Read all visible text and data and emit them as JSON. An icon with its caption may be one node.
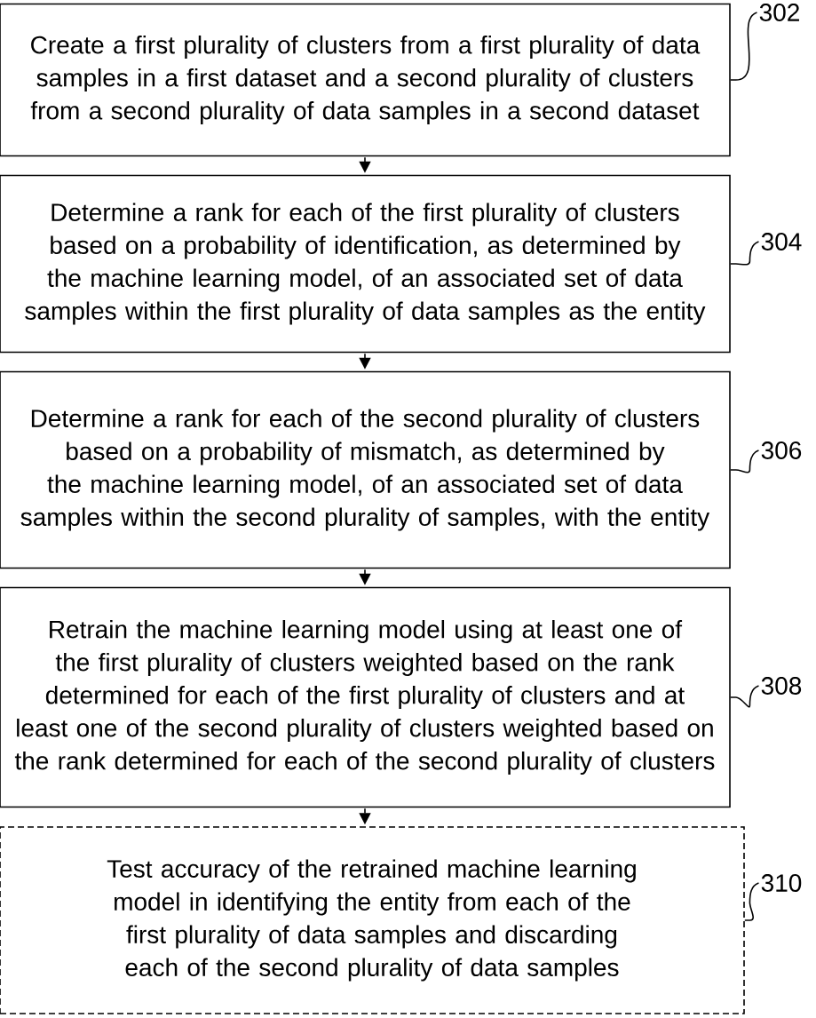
{
  "diagram": {
    "nodes": [
      {
        "text": [
          "Create a first plurality of clusters from a first plurality of data samples in a first dataset and a second plurality of clusters from a second plurality of data samples in a second dataset"
        ]
      },
      {
        "text": [
          "Determine a rank for each of the first plurality of clusters based on a probability of identification, as determined by the machine learning model, of an associated set of data samples within the first plurality of data samples as the entity"
        ]
      },
      {
        "text": [
          "Determine a rank for each of the second plurality of clusters based on a probability of mismatch, as determined by the machine learning model, of an associated set of data samples within the second plurality of samples, with the entity"
        ]
      },
      {
        "text": [
          "Retrain the machine learning model using at least one of the first plurality of clusters weighted based on the rank determined for each of the first plurality of clusters and at least one of the second plurality of clusters weighted based on the rank determined for each of the second plurality of clusters"
        ]
      },
      {
        "text": [
          "Test accuracy of the retrained machine learning model in identifying the entity from each of the first plurality of data samples and discarding each of the second plurality of data samples"
        ]
      },
      {
        "text": [
          "302"
        ]
      },
      {
        "text": [
          "304"
        ]
      },
      {
        "text": [
          "306"
        ]
      },
      {
        "text": [
          "308"
        ]
      },
      {
        "text": [
          "310"
        ]
      }
    ],
    "edges": [
      {
        "from": 0,
        "to": 1,
        "arrow": "to"
      },
      {
        "from": 1,
        "to": 2,
        "arrow": "to"
      },
      {
        "from": 2,
        "to": 3,
        "arrow": "to"
      },
      {
        "from": 3,
        "to": 4,
        "arrow": "to"
      },
      {
        "from": 5,
        "to": 0,
        "arrow": "none"
      },
      {
        "from": 6,
        "to": 1,
        "arrow": "none"
      },
      {
        "from": 7,
        "to": 2,
        "arrow": "none"
      },
      {
        "from": 8,
        "to": 3,
        "arrow": "none"
      },
      {
        "from": 9,
        "to": 4,
        "arrow": "none"
      }
    ]
  }
}
